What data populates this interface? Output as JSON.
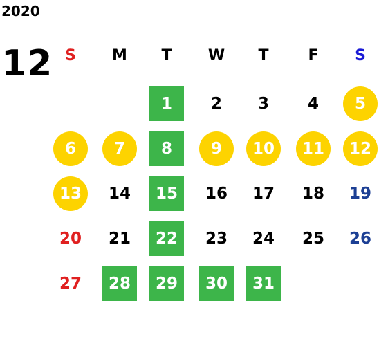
{
  "calendar": {
    "year": "2020",
    "month": "12",
    "weekdays": [
      {
        "label": "S",
        "color": "#e02020"
      },
      {
        "label": "M",
        "color": "#000000"
      },
      {
        "label": "T",
        "color": "#000000"
      },
      {
        "label": "W",
        "color": "#000000"
      },
      {
        "label": "T",
        "color": "#000000"
      },
      {
        "label": "F",
        "color": "#000000"
      },
      {
        "label": "S",
        "color": "#1a1ad6"
      }
    ],
    "legend_colors": {
      "green": "#3db54a",
      "yellow": "#fdd300",
      "red": "#e02020",
      "blue": "#1c3f94"
    },
    "days": [
      {
        "day": "1",
        "style": "green"
      },
      {
        "day": "2",
        "style": "black"
      },
      {
        "day": "3",
        "style": "black"
      },
      {
        "day": "4",
        "style": "black"
      },
      {
        "day": "5",
        "style": "yellow"
      },
      {
        "day": "6",
        "style": "yellow"
      },
      {
        "day": "7",
        "style": "yellow"
      },
      {
        "day": "8",
        "style": "green"
      },
      {
        "day": "9",
        "style": "yellow"
      },
      {
        "day": "10",
        "style": "yellow"
      },
      {
        "day": "11",
        "style": "yellow"
      },
      {
        "day": "12",
        "style": "yellow"
      },
      {
        "day": "13",
        "style": "yellow"
      },
      {
        "day": "14",
        "style": "black"
      },
      {
        "day": "15",
        "style": "green"
      },
      {
        "day": "16",
        "style": "black"
      },
      {
        "day": "17",
        "style": "black"
      },
      {
        "day": "18",
        "style": "black"
      },
      {
        "day": "19",
        "style": "blue"
      },
      {
        "day": "20",
        "style": "red"
      },
      {
        "day": "21",
        "style": "black"
      },
      {
        "day": "22",
        "style": "green"
      },
      {
        "day": "23",
        "style": "black"
      },
      {
        "day": "24",
        "style": "black"
      },
      {
        "day": "25",
        "style": "black"
      },
      {
        "day": "26",
        "style": "blue"
      },
      {
        "day": "27",
        "style": "red"
      },
      {
        "day": "28",
        "style": "green"
      },
      {
        "day": "29",
        "style": "green"
      },
      {
        "day": "30",
        "style": "green"
      },
      {
        "day": "31",
        "style": "green"
      }
    ]
  }
}
